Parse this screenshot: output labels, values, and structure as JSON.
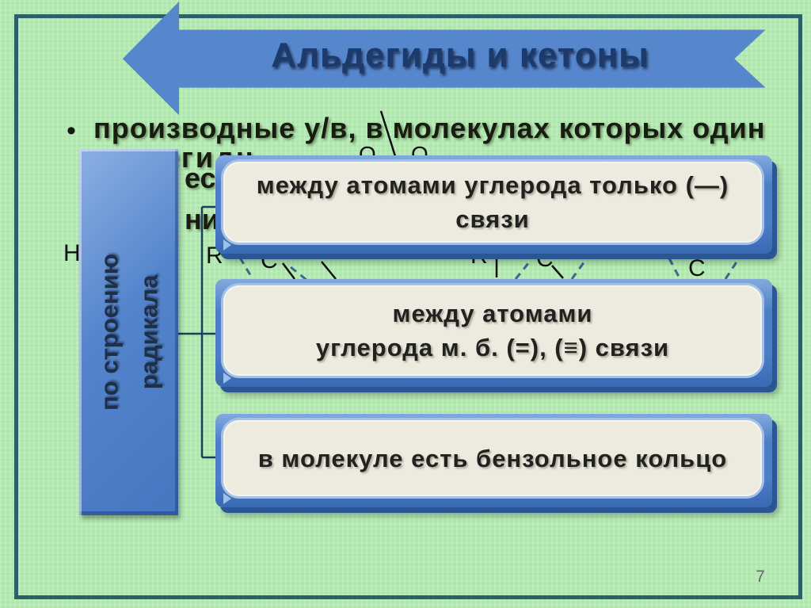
{
  "title": {
    "text": "Альдегиды и кетоны"
  },
  "page_number": "7",
  "bullet": {
    "marker": "•",
    "text": "производные у/в, в молекулах которых один"
  },
  "hidden_text_fragments": {
    "f1": "альдегидн",
    "f2": "еск",
    "f3": "ни"
  },
  "category_box": {
    "line1": "по строению",
    "line2": "радикала"
  },
  "branch_boxes": [
    {
      "line1": "между атомами углерода только (—)",
      "line2": "связи"
    },
    {
      "line1": "между атомами",
      "line2": "углерода м. б. (=), (≡) связи"
    },
    {
      "line1": "в молекуле есть бензольное кольцо",
      "line2": ""
    }
  ],
  "chem_fragments": {
    "h1": "H",
    "r1": "R",
    "c1": "C",
    "o1": "О",
    "o2": "О",
    "r2": "R",
    "c2": "C",
    "c3": "C"
  },
  "colors": {
    "background_green": "#b4eab2",
    "frame_teal": "#2c6067",
    "arrow_blue": "#5687cd",
    "box_frame_blue": "#4d7ec6",
    "panel_cream": "#edebe0",
    "title_text": "#1d3a6d",
    "connector_navy": "#1c3e5e",
    "dashed_bond": "#3a6a8f"
  }
}
